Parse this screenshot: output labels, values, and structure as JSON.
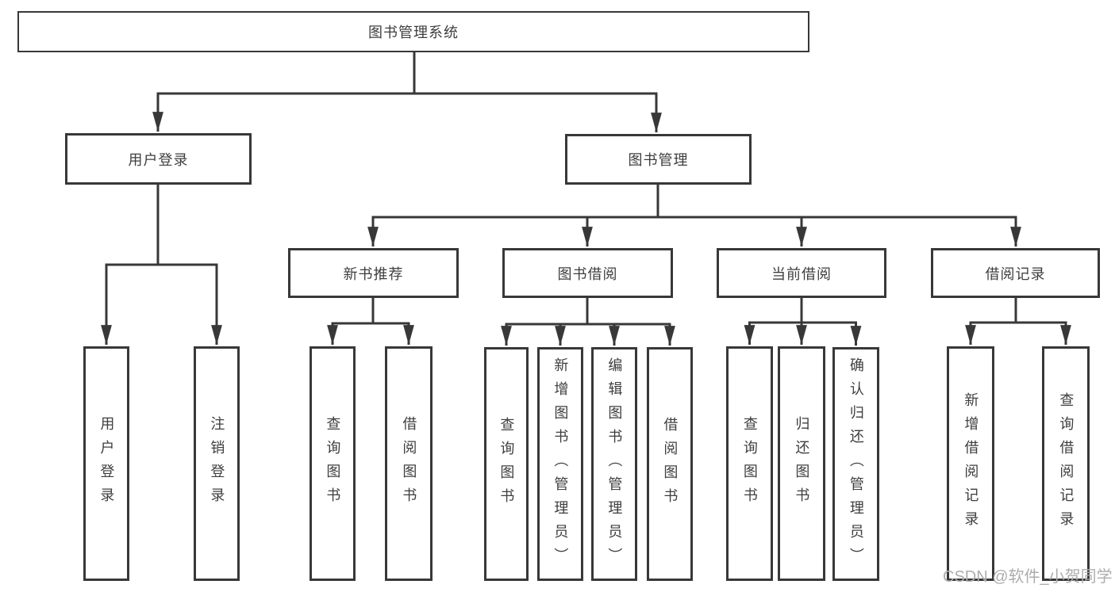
{
  "diagram": {
    "title": "图书管理系统",
    "branches": [
      {
        "label": "用户登录",
        "children": [
          "用户登录",
          "注销登录"
        ]
      },
      {
        "label": "图书管理",
        "sections": [
          {
            "label": "新书推荐",
            "children": [
              "查询图书",
              "借阅图书"
            ]
          },
          {
            "label": "图书借阅",
            "children": [
              "查询图书",
              "新增图书（管理员）",
              "编辑图书（管理员）",
              "借阅图书"
            ]
          },
          {
            "label": "当前借阅",
            "children": [
              "查询图书",
              "归还图书",
              "确认归还（管理员）"
            ]
          },
          {
            "label": "借阅记录",
            "children": [
              "新增借阅记录",
              "查询借阅记录"
            ]
          }
        ]
      }
    ]
  },
  "watermark": {
    "text": "CSDN @软件_小贺同学"
  },
  "colors": {
    "line": "#383838",
    "text": "#3e3e3e",
    "watermark": "#adadad",
    "bg": "#ffffff"
  }
}
